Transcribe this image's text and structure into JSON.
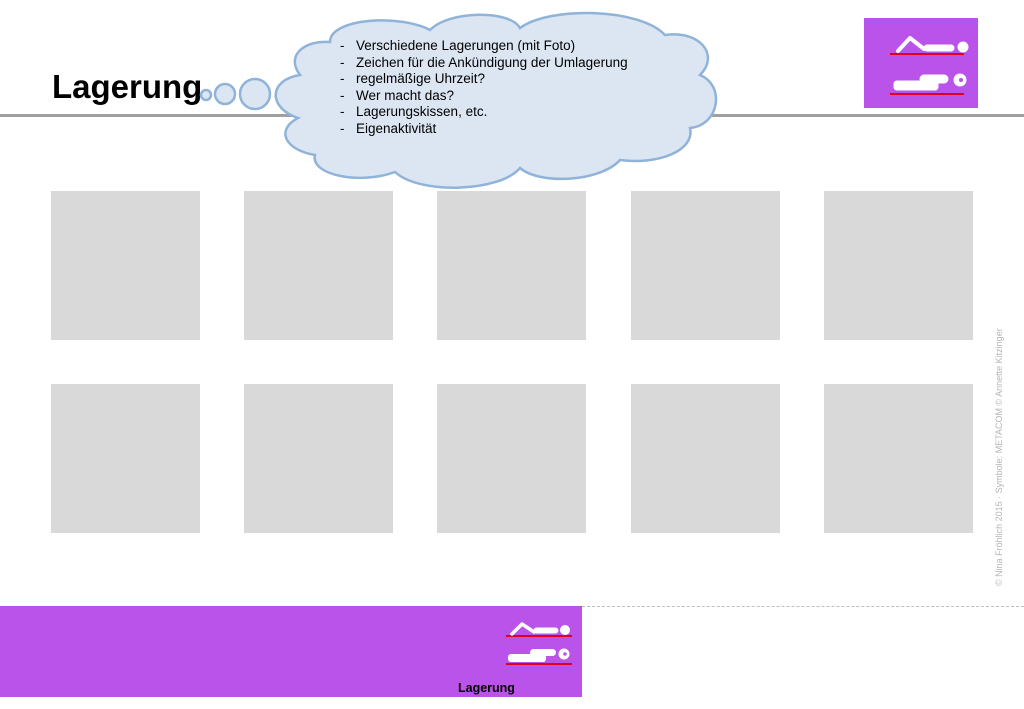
{
  "page": {
    "title": "Lagerung",
    "credit": "© Nina Fröhlich 2015 · Symbole: METACOM © Annette Kitzinger"
  },
  "thought_cloud": {
    "items": [
      "Verschiedene Lagerungen (mit Foto)",
      "Zeichen für die Ankündigung der Umlagerung",
      "regelmäßige Uhrzeit?",
      "Wer macht das?",
      "Lagerungskissen, etc.",
      "Eigenaktivität"
    ]
  },
  "photo_grid": {
    "rows": 2,
    "columns": 5,
    "placeholder_color": "#d9d9d9"
  },
  "symbol": {
    "icon": "repositioning-person-icon",
    "background_color": "#b953e9",
    "accent_color": "#e0001b"
  },
  "footer": {
    "label": "Lagerung",
    "background_color": "#b953e9"
  }
}
